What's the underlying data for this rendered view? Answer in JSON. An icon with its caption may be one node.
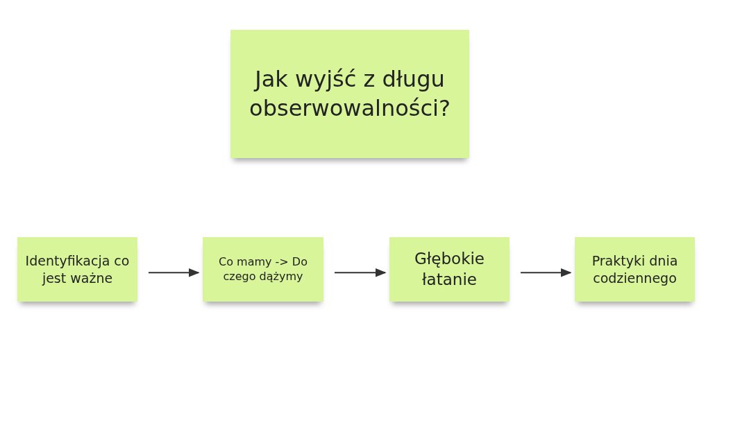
{
  "diagram": {
    "nodes": [
      {
        "text": [
          "Jak wyjść z długu obserwowalności?"
        ]
      },
      {
        "text": [
          "Identyfikacja co jest ważne"
        ]
      },
      {
        "text": [
          "Co mamy -> Do czego dążymy"
        ]
      },
      {
        "text": [
          "Głębokie łatanie"
        ]
      },
      {
        "text": [
          "Praktyki dnia codziennego"
        ]
      }
    ],
    "edges": [
      {
        "from": 1,
        "to": 2,
        "arrow": "to"
      },
      {
        "from": 2,
        "to": 3,
        "arrow": "to"
      },
      {
        "from": 3,
        "to": 4,
        "arrow": "to"
      }
    ]
  }
}
